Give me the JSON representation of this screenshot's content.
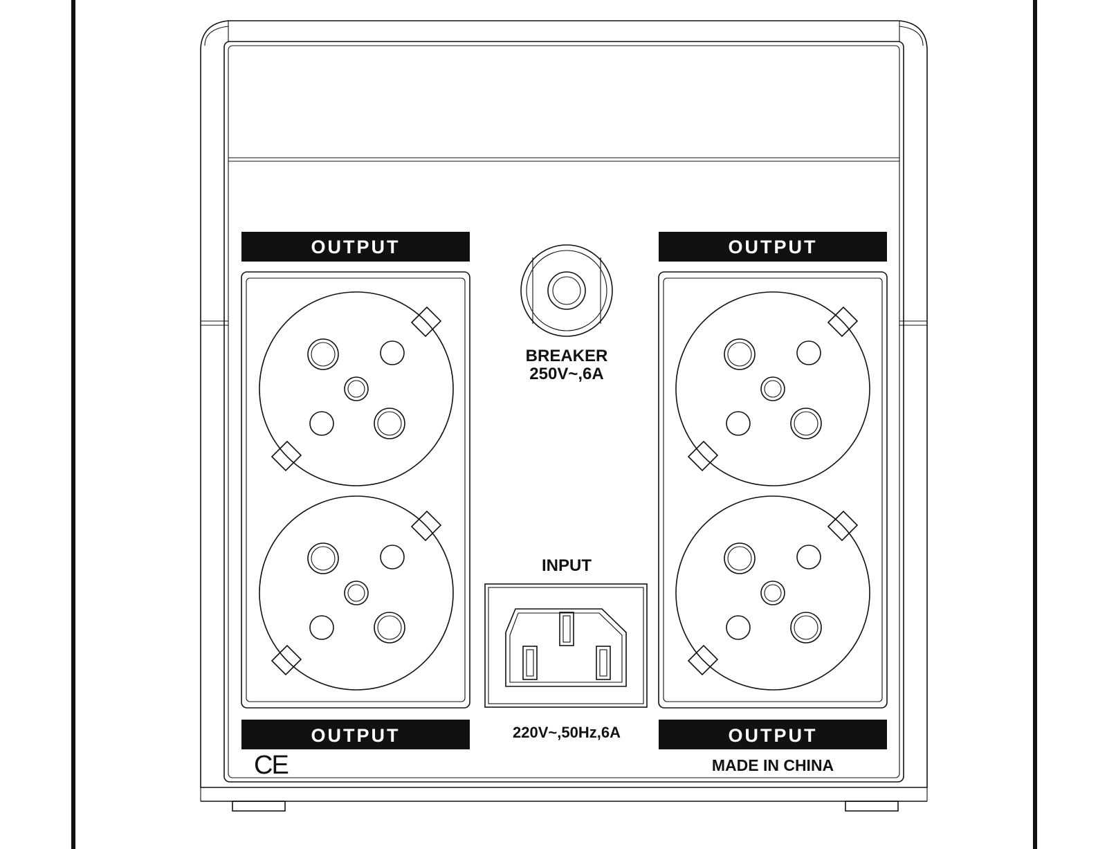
{
  "labels": {
    "output_top_left": "OUTPUT",
    "output_top_right": "OUTPUT",
    "output_bottom_left": "OUTPUT",
    "output_bottom_right": "OUTPUT",
    "breaker_title": "BREAKER",
    "breaker_rating": "250V~,6A",
    "input_title": "INPUT",
    "input_rating": "220V~,50Hz,6A",
    "ce_mark": "CE",
    "origin": "MADE IN CHINA"
  },
  "colors": {
    "ink": "#111111",
    "label_bar": "#111111",
    "label_text": "#ffffff",
    "background": "#ffffff"
  }
}
